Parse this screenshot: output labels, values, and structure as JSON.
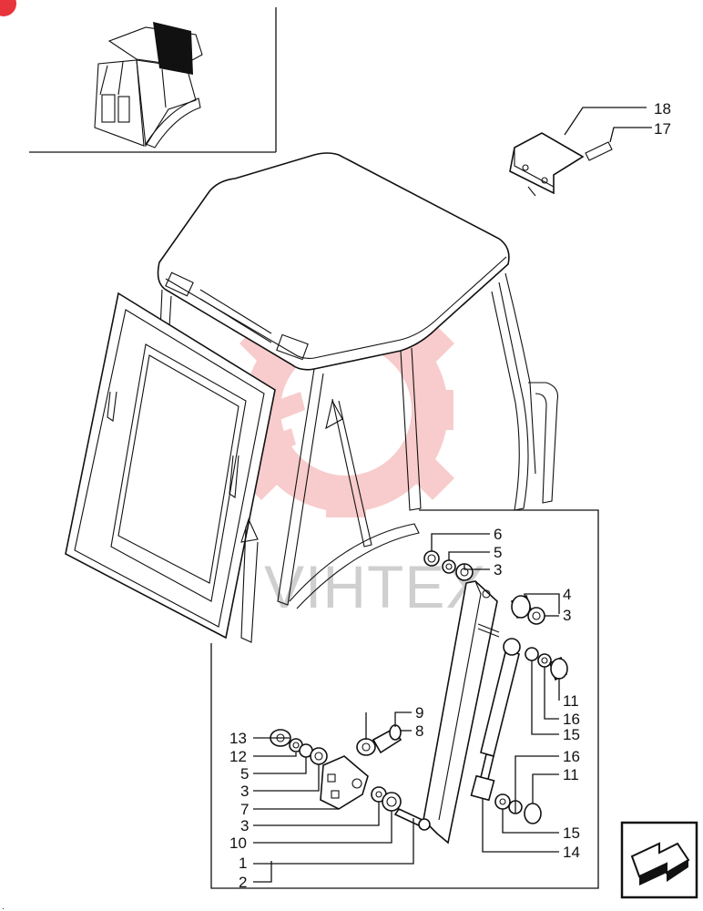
{
  "diagram": {
    "watermark_text": "VIHTEX",
    "colors": {
      "line": "#111111",
      "watermark_gear": "#f4a3a3",
      "watermark_text": "#cccccc",
      "badge": "#e8343c"
    },
    "icons": [
      "cab-location-thumbnail",
      "next-page-arrow-icon",
      "watermark-gear-logo"
    ],
    "callouts": {
      "c18": "18",
      "c17": "17",
      "c6": "6",
      "c5a": "5",
      "c3a": "3",
      "c4": "4",
      "c3b": "3",
      "c11a": "11",
      "c16a": "16",
      "c15a": "15",
      "c9": "9",
      "c8": "8",
      "c13": "13",
      "c12": "12",
      "c5b": "5",
      "c3c": "3",
      "c7": "7",
      "c3d": "3",
      "c10": "10",
      "c1": "1",
      "c2": "2",
      "c16b": "16",
      "c11b": "11",
      "c15b": "15",
      "c14": "14"
    }
  }
}
